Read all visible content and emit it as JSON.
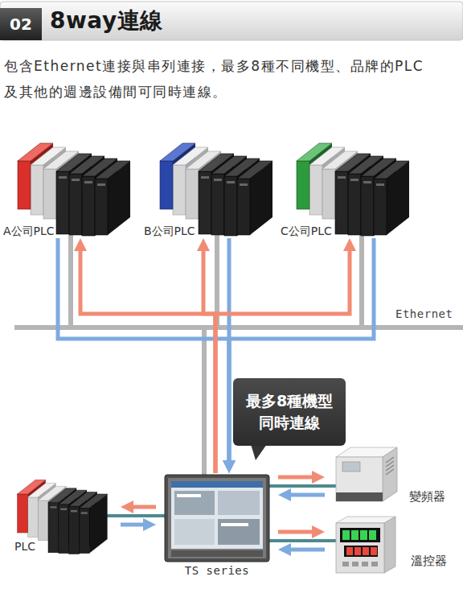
{
  "diagram": {
    "title": "8way連線",
    "nodes": [
      {
        "text": [
          "A公司PLC"
        ]
      },
      {
        "text": [
          "B公司PLC"
        ]
      },
      {
        "text": [
          "C公司PLC"
        ]
      },
      {
        "text": [
          "最多8種機型 同時連線"
        ]
      },
      {
        "text": [
          "PLC"
        ]
      },
      {
        "text": [
          "TS series"
        ]
      },
      {
        "text": [
          "變頻器"
        ]
      },
      {
        "text": [
          "溫控器"
        ]
      }
    ],
    "edges": [
      {
        "from": 5,
        "to": 0,
        "arrow": "both"
      },
      {
        "from": 5,
        "to": 1,
        "arrow": "both"
      },
      {
        "from": 5,
        "to": 2,
        "arrow": "both"
      },
      {
        "from": 5,
        "to": 4,
        "arrow": "both"
      },
      {
        "from": 5,
        "to": 6,
        "arrow": "both"
      },
      {
        "from": 5,
        "to": 7,
        "arrow": "both"
      }
    ],
    "labels": [
      "02",
      "包含Ethernet連接與串列連接，最多8種不同機型、品牌的PLC 及其他的週邊設備間可同時連線。",
      "Ethernet"
    ]
  }
}
